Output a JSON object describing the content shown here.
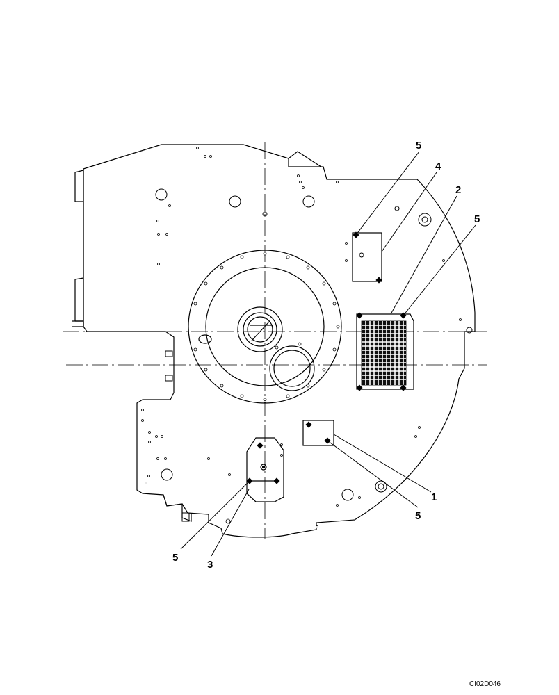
{
  "callouts": {
    "c1": "5",
    "c2": "4",
    "c3": "2",
    "c4": "5",
    "c5": "1",
    "c6": "5",
    "c7": "5",
    "c8": "3"
  },
  "reference_code": "CI02D046"
}
